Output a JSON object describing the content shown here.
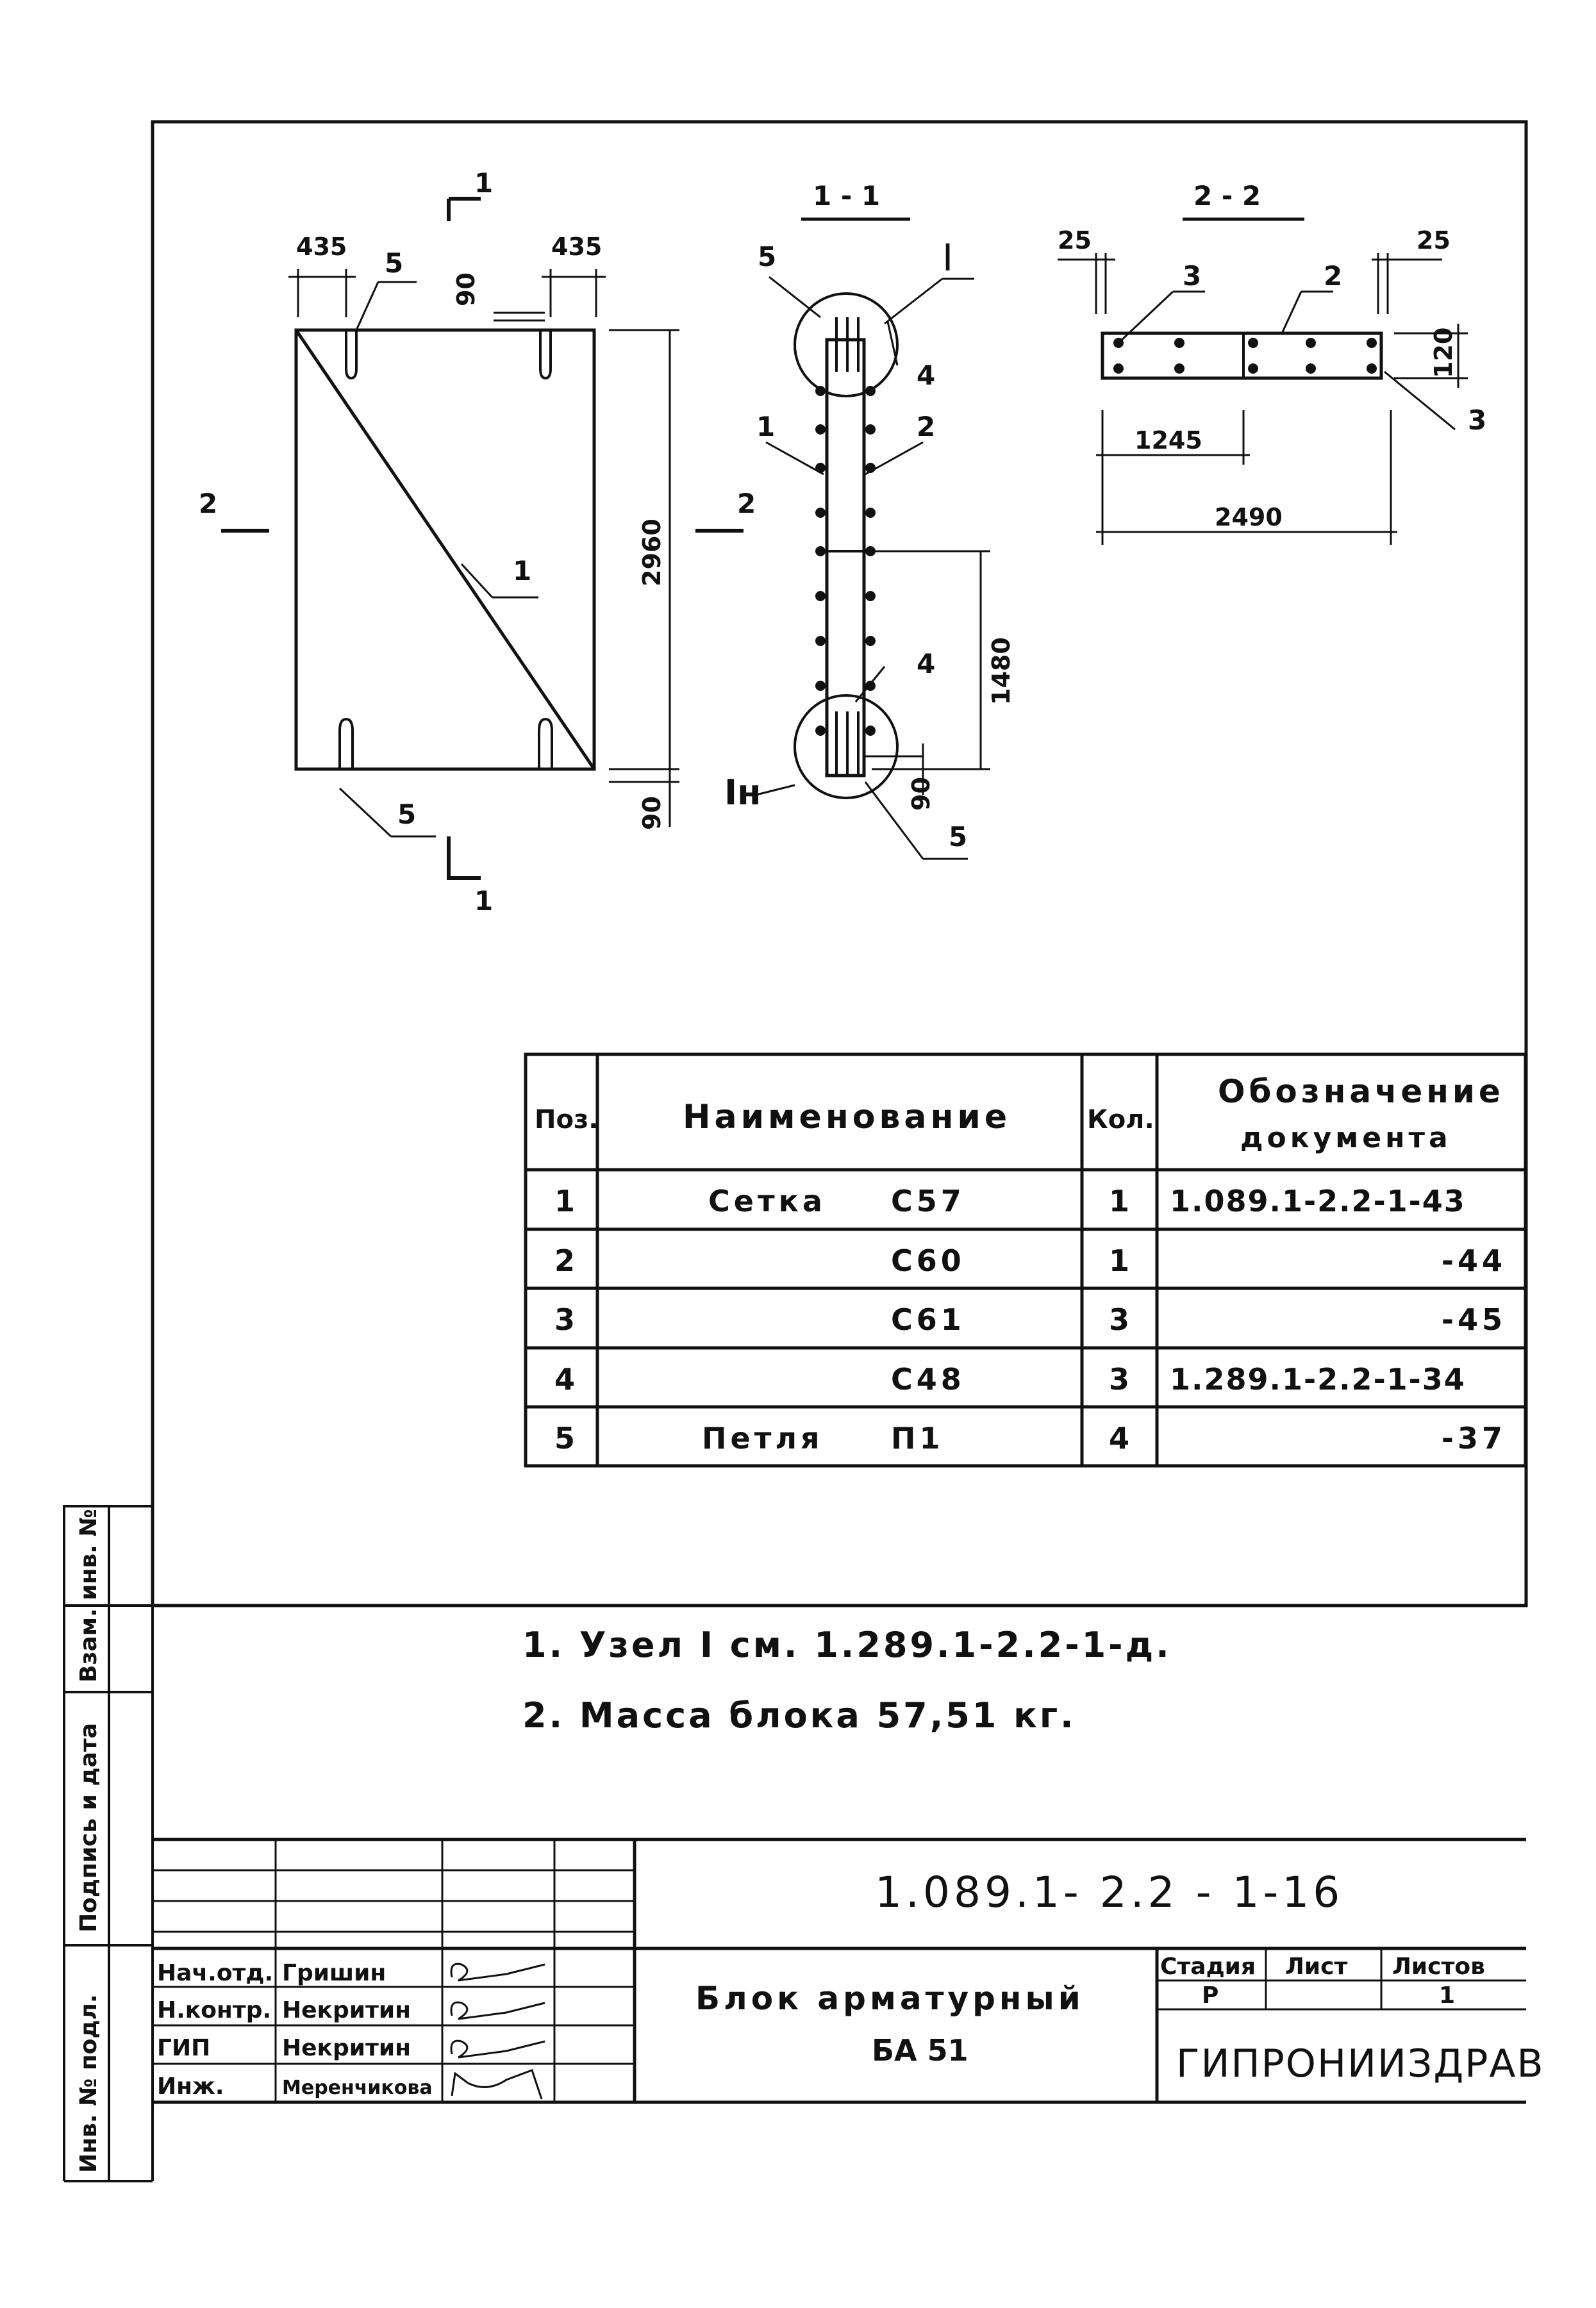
{
  "drawing": {
    "plan": {
      "dim_left": "435",
      "dim_right": "435",
      "dim_90_top": "90",
      "dim_height": "2960",
      "dim_90_bottom": "90",
      "pos_diagonal": "1",
      "pos_loop_top": "5",
      "pos_loop_bottom": "5",
      "section_1_top": "1",
      "section_1_bottom": "1",
      "section_2_left": "2",
      "section_2_right": "2"
    },
    "section_1_1": {
      "title": "1 - 1",
      "node_top": "I",
      "node_bottom": "Iн",
      "pos_5_top": "5",
      "pos_4_top": "4",
      "pos_1": "1",
      "pos_2": "2",
      "pos_4_bottom": "4",
      "pos_5_bottom": "5",
      "dim_1480": "1480",
      "dim_90": "90"
    },
    "section_2_2": {
      "title": "2 - 2",
      "dim_25_left": "25",
      "dim_25_right": "25",
      "dim_120": "120",
      "dim_1245": "1245",
      "dim_2490": "2490",
      "pos_3_top": "3",
      "pos_2": "2",
      "pos_3_right": "3"
    }
  },
  "spec_table": {
    "headers": {
      "pos": "Поз.",
      "name": "Наименование",
      "qty": "Кол.",
      "doc_line1": "Обозначение",
      "doc_line2": "документа"
    },
    "rows": [
      {
        "pos": "1",
        "name_left": "Сетка",
        "name_right": "С57",
        "qty": "1",
        "doc": "1.089.1-2.2-1-43"
      },
      {
        "pos": "2",
        "name_left": "",
        "name_right": "С60",
        "qty": "1",
        "doc": "-44"
      },
      {
        "pos": "3",
        "name_left": "",
        "name_right": "С61",
        "qty": "3",
        "doc": "-45"
      },
      {
        "pos": "4",
        "name_left": "",
        "name_right": "С48",
        "qty": "3",
        "doc": "1.289.1-2.2-1-34"
      },
      {
        "pos": "5",
        "name_left": "Петля",
        "name_right": "П1",
        "qty": "4",
        "doc": "-37"
      }
    ]
  },
  "notes": [
    "1. Узел I см. 1.289.1-2.2-1-д.",
    "2. Масса блока 57,51 кг."
  ],
  "side_stamp": {
    "inv_orig": "Инв. № подл.",
    "sign_date": "Подпись и дата",
    "inv_repl": "Взам. инв. №"
  },
  "title_block": {
    "doc_code": "1.089.1- 2.2 - 1-16",
    "title_line1": "Блок арматурный",
    "title_line2": "БА 51",
    "stage_label": "Стадия",
    "sheet_label": "Лист",
    "sheets_label": "Листов",
    "stage_value": "Р",
    "sheet_value": "",
    "sheets_value": "1",
    "organization": "ГИПРОНИИЗДРАВ",
    "signatories": [
      {
        "role": "Нач.отд.",
        "name": "Гришин"
      },
      {
        "role": "Н.контр.",
        "name": "Некритин"
      },
      {
        "role": "ГИП",
        "name": "Некритин"
      },
      {
        "role": "Инж.",
        "name": "Меренчикова"
      }
    ]
  }
}
